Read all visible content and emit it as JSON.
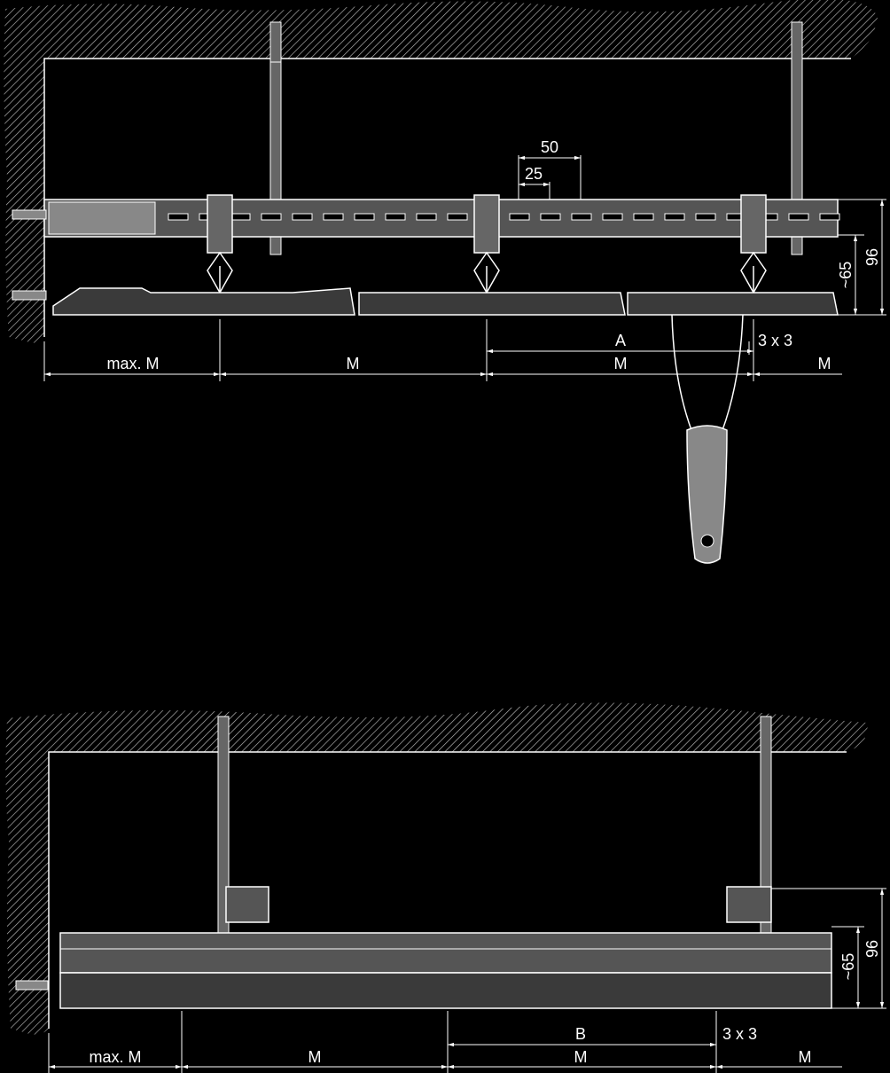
{
  "top_figure": {
    "dims": {
      "d50": "50",
      "d25": "25",
      "d96": "96",
      "d65": "~65",
      "a": "A",
      "three": "3 x 3",
      "maxm": "max. M",
      "m1": "M",
      "m2": "M",
      "m3": "M"
    }
  },
  "bottom_figure": {
    "dims": {
      "d96": "96",
      "d65": "~65",
      "b": "B",
      "three": "3 x 3",
      "maxm": "max. M",
      "m1": "M",
      "m2": "M",
      "m3": "M"
    }
  },
  "colors": {
    "background": "#000000",
    "line": "#ffffff",
    "rail": "#555555",
    "panel": "#3a3a3a"
  }
}
